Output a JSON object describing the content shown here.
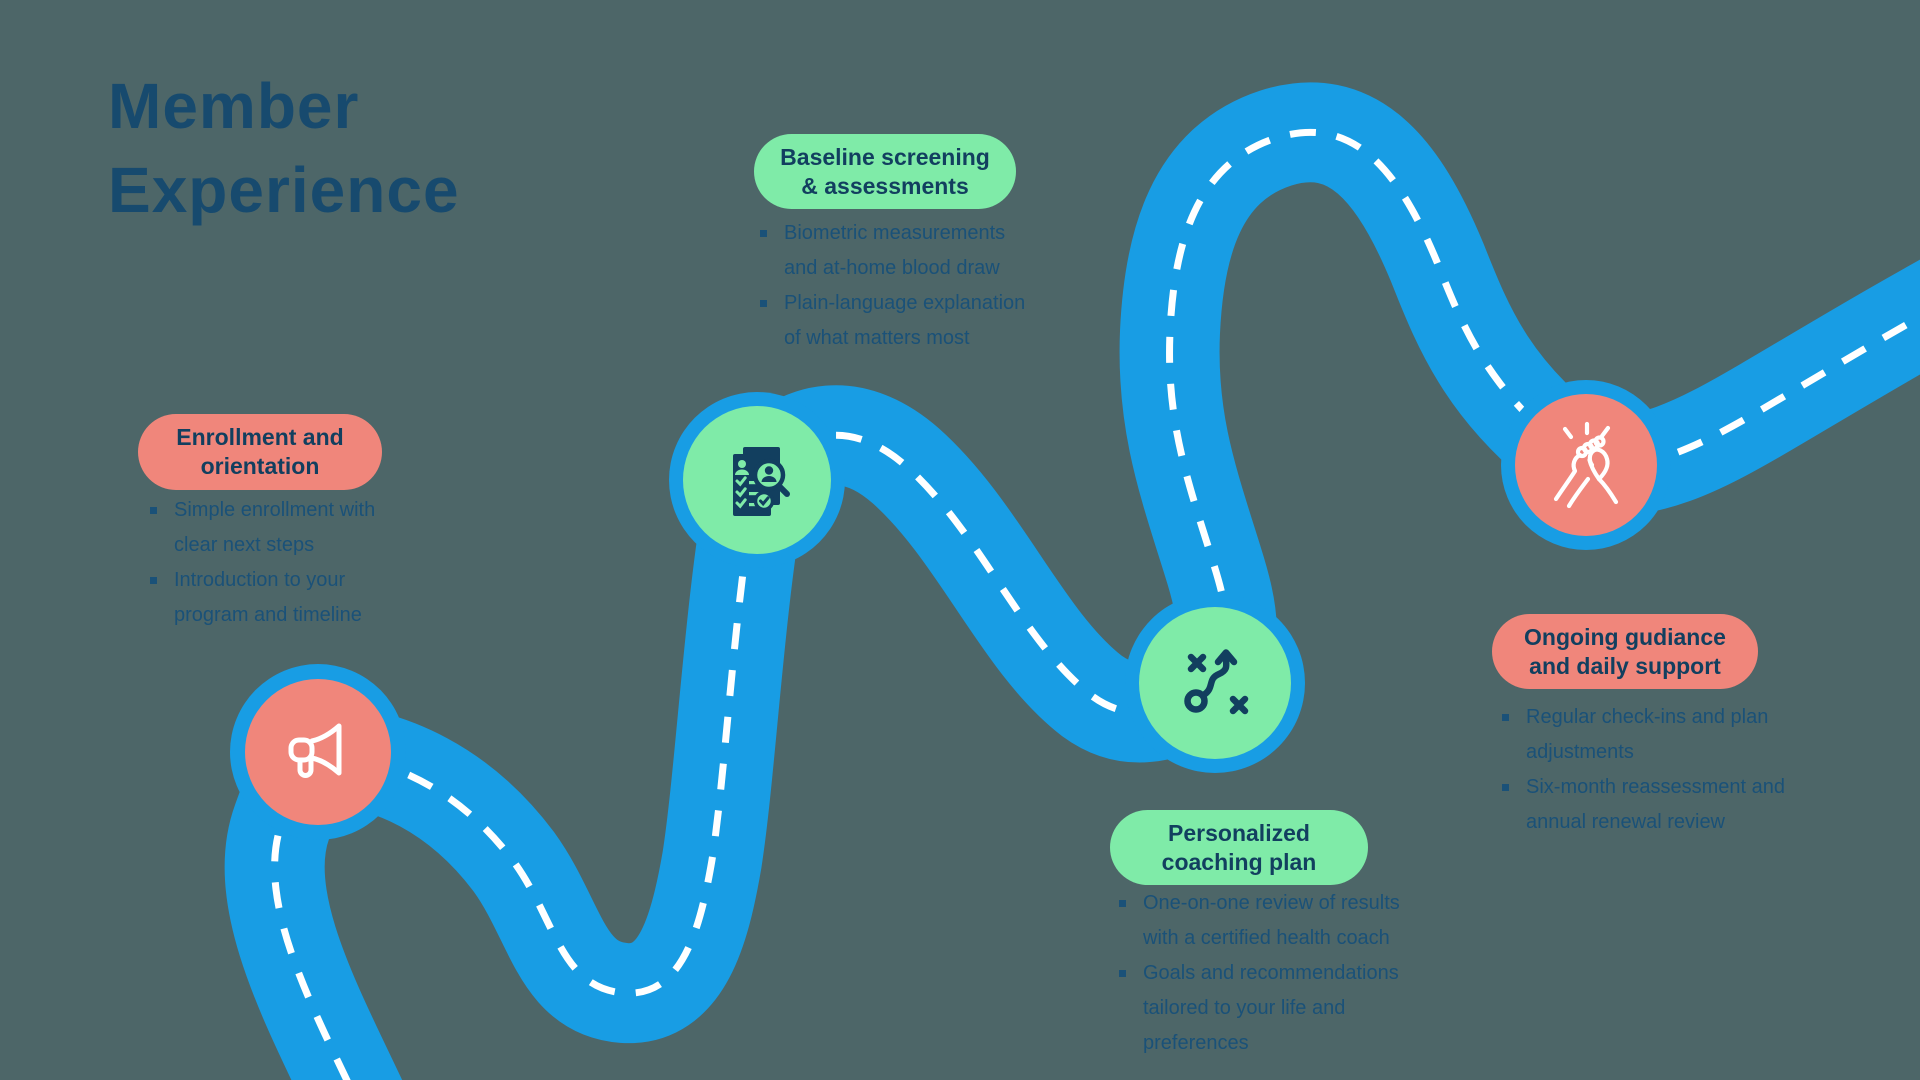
{
  "title": "Member Experience",
  "colors": {
    "bg": "#4D6668",
    "road": "#189DE4",
    "coral": "#F0867B",
    "green": "#7FEBA8",
    "navy-title": "#174A6E",
    "navy-dark": "#123F5F",
    "navy-text": "#1A5178",
    "dash": "#FFFFFF"
  },
  "milestones": [
    {
      "id": "enrollment",
      "badge": "Enrollment and orientation",
      "badge_color": "coral",
      "icon": "megaphone-icon",
      "bullets": [
        "Simple enrollment with clear next steps",
        "Introduction to your program and timeline"
      ]
    },
    {
      "id": "baseline-screening",
      "badge": "Baseline screening & assessments",
      "badge_color": "green",
      "icon": "clipboard-search-icon",
      "bullets": [
        "Biometric measurements and at-home blood draw",
        "Plain-language explanation of what matters most"
      ]
    },
    {
      "id": "coaching-plan",
      "badge": "Personalized coaching plan",
      "badge_color": "green",
      "icon": "strategy-icon",
      "bullets": [
        "One-on-one review of results with a certified health coach",
        "Goals and recommendations tailored to your life and preferences"
      ]
    },
    {
      "id": "ongoing-support",
      "badge": "Ongoing gudiance and daily support",
      "badge_color": "coral",
      "icon": "handshake-icon",
      "bullets": [
        "Regular check-ins and plan adjustments",
        "Six-month reassessment and annual renewal review"
      ]
    }
  ]
}
